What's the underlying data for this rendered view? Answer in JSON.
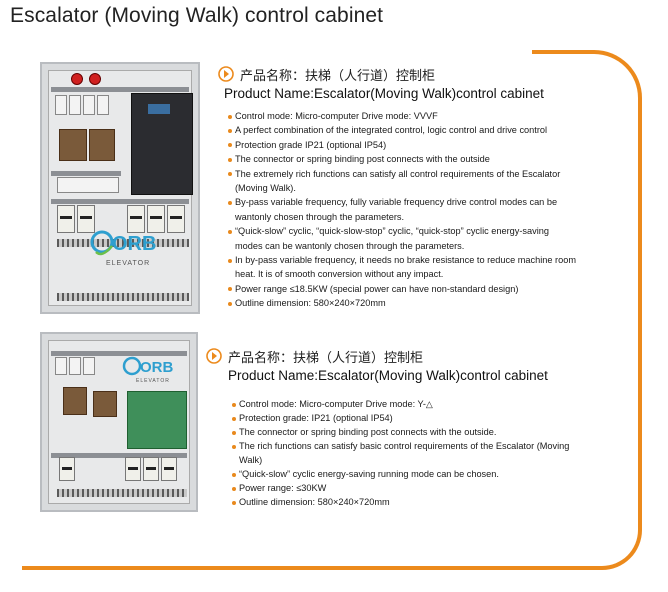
{
  "page": {
    "title": "Escalator (Moving Walk) control cabinet"
  },
  "logo": {
    "mark": "ORB",
    "sub": "ELEVATOR"
  },
  "products": [
    {
      "name_cn": "产品名称：扶梯（人行道）控制柜",
      "name_en": "Product Name:Escalator(Moving Walk)control cabinet",
      "features": [
        "Control mode:  Micro-computer    Drive mode: VVVF",
        "A perfect combination of the integrated control, logic control and drive control",
        "Protection grade IP21 (optional IP54)",
        "The connector or spring binding post connects with the outside",
        "The  extremely  rich  functions  can  satisfy  all  control  requirements  of  the Escalator (Moving Walk).",
        "By-pass variable frequency, fully variable frequency drive control modes can be wantonly chosen through the parameters.",
        "“Quick-slow” cyclic, “quick-slow-stop” cyclic, “quick-stop” cyclic energy-saving modes can be wantonly chosen through the parameters.",
        "In by-pass variable frequency, it needs no brake resistance to reduce machine room heat.  It is of smooth conversion without any impact.",
        "Power range ≤18.5KW (special power can have non-standard design)",
        "Outline dimension:  580×240×720mm"
      ]
    },
    {
      "name_cn": "产品名称：扶梯（人行道）控制柜",
      "name_en": "Product Name:Escalator(Moving Walk)control cabinet",
      "features": [
        "Control mode:  Micro-computer    Drive mode:  Y-△",
        "Protection grade:  IP21 (optional IP54)",
        "The connector or spring binding post connects with the outside.",
        "The rich functions can satisfy basic control requirements of the Escalator (Moving Walk)",
        "“Quick-slow” cyclic energy-saving running mode can be chosen.",
        "Power range:  ≤30KW",
        "Outline dimension:  580×240×720mm"
      ]
    }
  ],
  "colors": {
    "accent": "#ec8a1c",
    "logo": "#2e9fcf"
  }
}
